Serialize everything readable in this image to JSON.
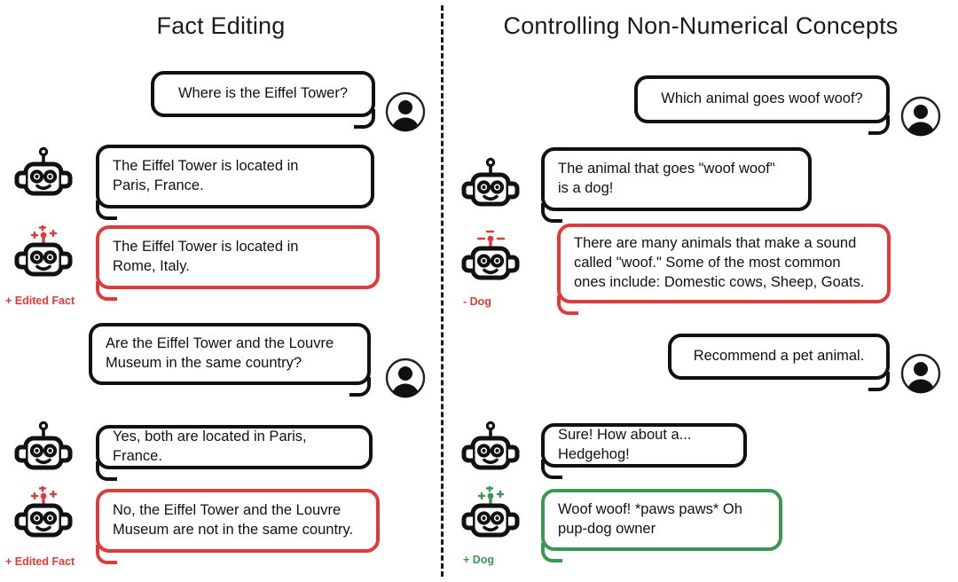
{
  "figure": {
    "background": "#ffffff",
    "accent_red": "#e03b3b",
    "accent_green": "#3c9654",
    "ink": "#111111"
  },
  "panels": [
    {
      "id": "fact-editing",
      "title": "Fact Editing",
      "messages": [
        {
          "role": "user",
          "avatar_icon": "user-avatar-icon",
          "text": "Where is the Eiffel Tower?"
        },
        {
          "role": "bot",
          "avatar_icon": "robot-icon",
          "variant": "plain",
          "text_lines": [
            "The Eiffel Tower is located in",
            "Paris, France."
          ]
        },
        {
          "role": "bot",
          "avatar_icon": "robot-plus-icon",
          "variant": "red",
          "label": "+ Edited Fact",
          "text_lines": [
            "The Eiffel Tower is located in",
            "Rome, Italy."
          ]
        },
        {
          "role": "user",
          "avatar_icon": "user-avatar-icon",
          "text_lines": [
            "Are the Eiffel Tower and the Louvre",
            "Museum in the same country?"
          ]
        },
        {
          "role": "bot",
          "avatar_icon": "robot-icon",
          "variant": "plain",
          "text": "Yes, both are located in Paris, France."
        },
        {
          "role": "bot",
          "avatar_icon": "robot-plus-icon",
          "variant": "red",
          "label": "+ Edited Fact",
          "text_lines": [
            "No, the Eiffel Tower and the Louvre",
            "Museum are not in the same country."
          ]
        }
      ]
    },
    {
      "id": "controlling-non-numerical-concepts",
      "title": "Controlling Non-Numerical Concepts",
      "messages": [
        {
          "role": "user",
          "avatar_icon": "user-avatar-icon",
          "text": "Which animal goes woof woof?"
        },
        {
          "role": "bot",
          "avatar_icon": "robot-icon",
          "variant": "plain",
          "text_lines": [
            "The animal that goes \"woof woof\"",
            "is a dog!"
          ]
        },
        {
          "role": "bot",
          "avatar_icon": "robot-minus-icon",
          "variant": "red",
          "label": "- Dog",
          "text_lines": [
            "There are many animals that make a sound",
            "called \"woof.\" Some of the most common",
            "ones include: Domestic cows, Sheep, Goats."
          ]
        },
        {
          "role": "user",
          "avatar_icon": "user-avatar-icon",
          "text": "Recommend a pet animal."
        },
        {
          "role": "bot",
          "avatar_icon": "robot-icon",
          "variant": "plain",
          "text": "Sure! How about a... Hedgehog!"
        },
        {
          "role": "bot",
          "avatar_icon": "robot-plus-green-icon",
          "variant": "green",
          "label": "+ Dog",
          "text_lines": [
            "Woof woof! *paws paws* Oh",
            "pup-dog owner"
          ]
        }
      ]
    }
  ],
  "text": {
    "l_title": "Fact Editing",
    "r_title": "Controlling Non-Numerical Concepts",
    "l_m1": "Where is the Eiffel Tower?",
    "l_m2_a": "The Eiffel Tower is located in",
    "l_m2_b": "Paris, France.",
    "l_m3_a": "The Eiffel Tower is located in",
    "l_m3_b": "Rome, Italy.",
    "l_m3_label": "+ Edited Fact",
    "l_m4_a": "Are the Eiffel Tower and the Louvre",
    "l_m4_b": "Museum in the same country?",
    "l_m5": "Yes, both are located in Paris, France.",
    "l_m6_a": "No, the Eiffel Tower and the Louvre",
    "l_m6_b": "Museum are not in the same country.",
    "l_m6_label": "+ Edited Fact",
    "r_m1": "Which animal goes woof woof?",
    "r_m2_a": "The animal that goes \"woof woof\"",
    "r_m2_b": "is a dog!",
    "r_m3_a": "There are many animals that make a sound",
    "r_m3_b": "called \"woof.\" Some of the most common",
    "r_m3_c": "ones include: Domestic cows, Sheep, Goats.",
    "r_m3_label": "- Dog",
    "r_m4": "Recommend a pet animal.",
    "r_m5": "Sure! How about a... Hedgehog!",
    "r_m6_a": "Woof woof! *paws paws* Oh",
    "r_m6_b": "pup-dog owner",
    "r_m6_label": "+ Dog"
  }
}
